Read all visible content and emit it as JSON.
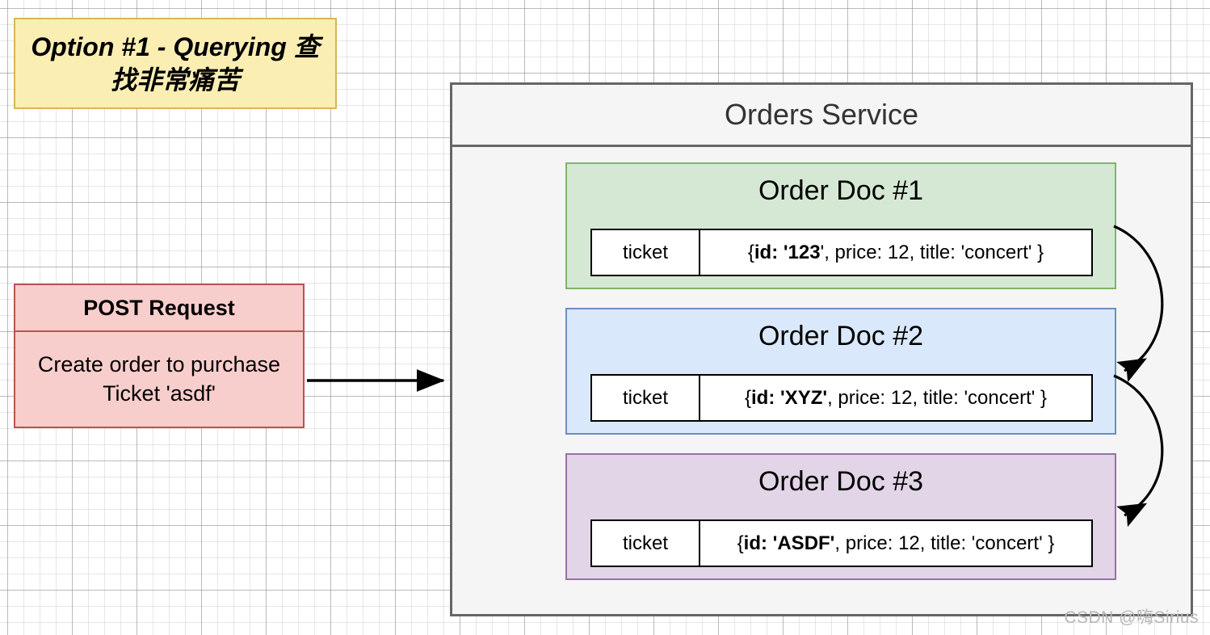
{
  "title_callout": {
    "text": "Option #1 - Querying 查找非常痛苦",
    "bg_color": "#fbeeb3",
    "border_color": "#d6b656"
  },
  "post_request": {
    "header": "POST Request",
    "body": "Create order to purchase Ticket 'asdf'",
    "bg_color": "#f8cecc",
    "border_color": "#b85450"
  },
  "orders_service": {
    "title": "Orders Service",
    "bg_color": "#f5f5f5",
    "border_color": "#666666",
    "documents": [
      {
        "title": "Order Doc #1",
        "field_key": "ticket",
        "value_prefix": "{ ",
        "value_bold": "id: '123",
        "value_suffix": "', price: 12, title: 'concert' }",
        "bg_color": "#d5e8d4",
        "border_color": "#82b366"
      },
      {
        "title": "Order Doc #2",
        "field_key": "ticket",
        "value_prefix": "{ ",
        "value_bold": "id: 'XYZ'",
        "value_suffix": ", price: 12, title: 'concert' }",
        "bg_color": "#dae8fc",
        "border_color": "#6c8ebf"
      },
      {
        "title": "Order Doc #3",
        "field_key": "ticket",
        "value_prefix": "{ ",
        "value_bold": "id: 'ASDF'",
        "value_suffix": ", price: 12, title: 'concert' }",
        "bg_color": "#e1d5e7",
        "border_color": "#9673a6"
      }
    ]
  },
  "connectors": [
    {
      "name": "request-arrow",
      "kind": "straight"
    },
    {
      "name": "doc1-to-doc2-arrow",
      "kind": "curved"
    },
    {
      "name": "doc2-to-doc3-arrow",
      "kind": "curved"
    }
  ],
  "watermark": {
    "text": "CSDN @嗨Sirius"
  }
}
